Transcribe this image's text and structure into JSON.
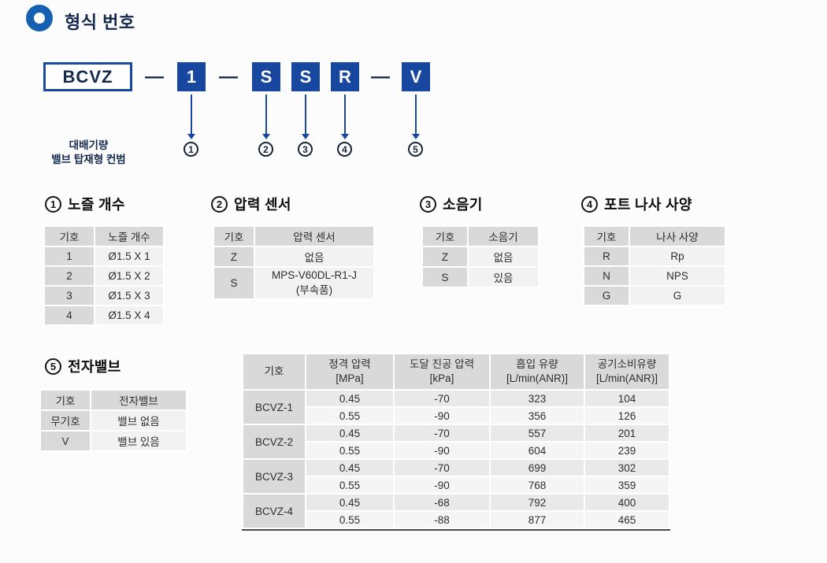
{
  "accent_blue": "#17479e",
  "page": {
    "title": "형식 번호"
  },
  "model_code": {
    "prefix": "BCVZ",
    "separator": "—",
    "prefix_note": [
      "대배기량",
      "밸브 탑재형 컨범"
    ],
    "segments": [
      {
        "label": "1",
        "ref": "1"
      },
      {
        "label": "S",
        "ref": "2"
      },
      {
        "label": "S",
        "ref": "3"
      },
      {
        "label": "R",
        "ref": "4"
      },
      {
        "label": "V",
        "ref": "5"
      }
    ]
  },
  "sections": [
    {
      "number": "1",
      "title": "노즐 개수",
      "table": {
        "headers": [
          "기호",
          "노즐 개수"
        ],
        "rows": [
          [
            "1",
            "Ø1.5 X 1"
          ],
          [
            "2",
            "Ø1.5 X 2"
          ],
          [
            "3",
            "Ø1.5 X 3"
          ],
          [
            "4",
            "Ø1.5 X 4"
          ]
        ]
      }
    },
    {
      "number": "2",
      "title": "압력 센서",
      "table": {
        "headers": [
          "기호",
          "압력 센서"
        ],
        "rows": [
          [
            "Z",
            "없음"
          ],
          [
            "S",
            "MPS-V60DL-R1-J\n(부속품)"
          ]
        ]
      }
    },
    {
      "number": "3",
      "title": "소음기",
      "table": {
        "headers": [
          "기호",
          "소음기"
        ],
        "rows": [
          [
            "Z",
            "없음"
          ],
          [
            "S",
            "있음"
          ]
        ]
      }
    },
    {
      "number": "4",
      "title": "포트 나사 사양",
      "table": {
        "headers": [
          "기호",
          "나사 사양"
        ],
        "rows": [
          [
            "R",
            "Rp"
          ],
          [
            "N",
            "NPS"
          ],
          [
            "G",
            "G"
          ]
        ]
      }
    },
    {
      "number": "5",
      "title": "전자밸브",
      "table": {
        "headers": [
          "기호",
          "전자밸브"
        ],
        "rows": [
          [
            "무기호",
            "밸브 없음"
          ],
          [
            "V",
            "밸브 있음"
          ]
        ]
      }
    }
  ],
  "spec_table": {
    "headers": [
      "기호",
      "정격 압력\n[MPa]",
      "도달 진공 압력\n[kPa]",
      "흡입 유량\n[L/min(ANR)]",
      "공기소비유량\n[L/min(ANR)]"
    ],
    "groups": [
      {
        "model": "BCVZ-1",
        "rows": [
          [
            "0.45",
            "-70",
            "323",
            "104"
          ],
          [
            "0.55",
            "-90",
            "356",
            "126"
          ]
        ]
      },
      {
        "model": "BCVZ-2",
        "rows": [
          [
            "0.45",
            "-70",
            "557",
            "201"
          ],
          [
            "0.55",
            "-90",
            "604",
            "239"
          ]
        ]
      },
      {
        "model": "BCVZ-3",
        "rows": [
          [
            "0.45",
            "-70",
            "699",
            "302"
          ],
          [
            "0.55",
            "-90",
            "768",
            "359"
          ]
        ]
      },
      {
        "model": "BCVZ-4",
        "rows": [
          [
            "0.45",
            "-68",
            "792",
            "400"
          ],
          [
            "0.55",
            "-88",
            "877",
            "465"
          ]
        ]
      }
    ]
  }
}
